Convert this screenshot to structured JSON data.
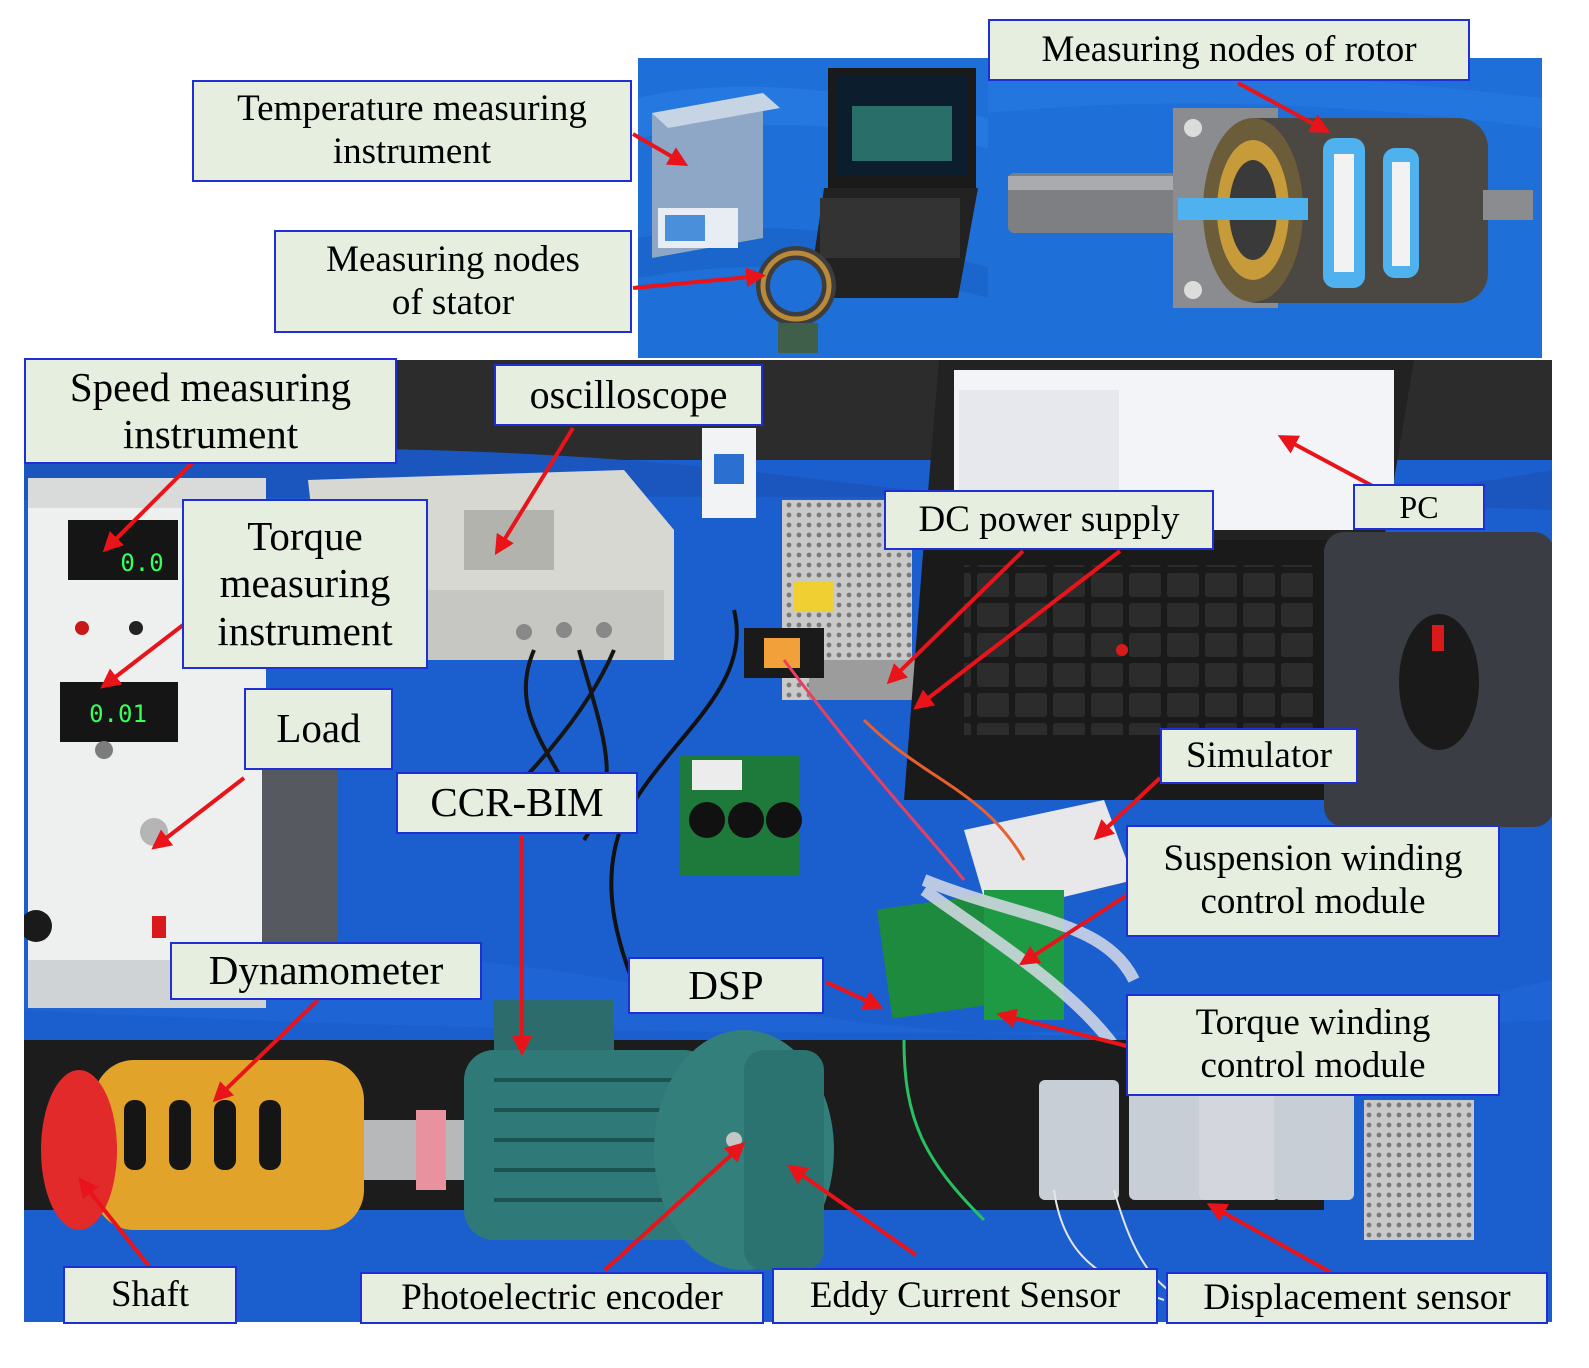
{
  "labels": {
    "temp": [
      "Temperature measuring",
      "instrument"
    ],
    "stator": [
      "Measuring nodes",
      "of stator"
    ],
    "rotor": "Measuring nodes of rotor",
    "speed": [
      "Speed measuring",
      "instrument"
    ],
    "osc": "oscilloscope",
    "torque": [
      "Torque",
      "measuring",
      "instrument"
    ],
    "load": "Load",
    "ccr": "CCR-BIM",
    "dyn": "Dynamometer",
    "dsp": "DSP",
    "dcps": "DC power supply",
    "pc": "PC",
    "sim": "Simulator",
    "susp": [
      "Suspension winding",
      "control module"
    ],
    "torq_mod": [
      "Torque winding",
      "control module"
    ],
    "shaft": "Shaft",
    "photo": "Photoelectric encoder",
    "eddy": "Eddy Current Sensor",
    "disp": "Displacement sensor"
  },
  "displays": {
    "speed_value": "0.0",
    "torque_value": "0.01"
  },
  "colors": {
    "table": "#1b5fcf",
    "label_bg": "#e6efdf",
    "label_border": "#1f2fd6",
    "arrow": "#e8141a",
    "display_digits": "#39ff5a"
  }
}
